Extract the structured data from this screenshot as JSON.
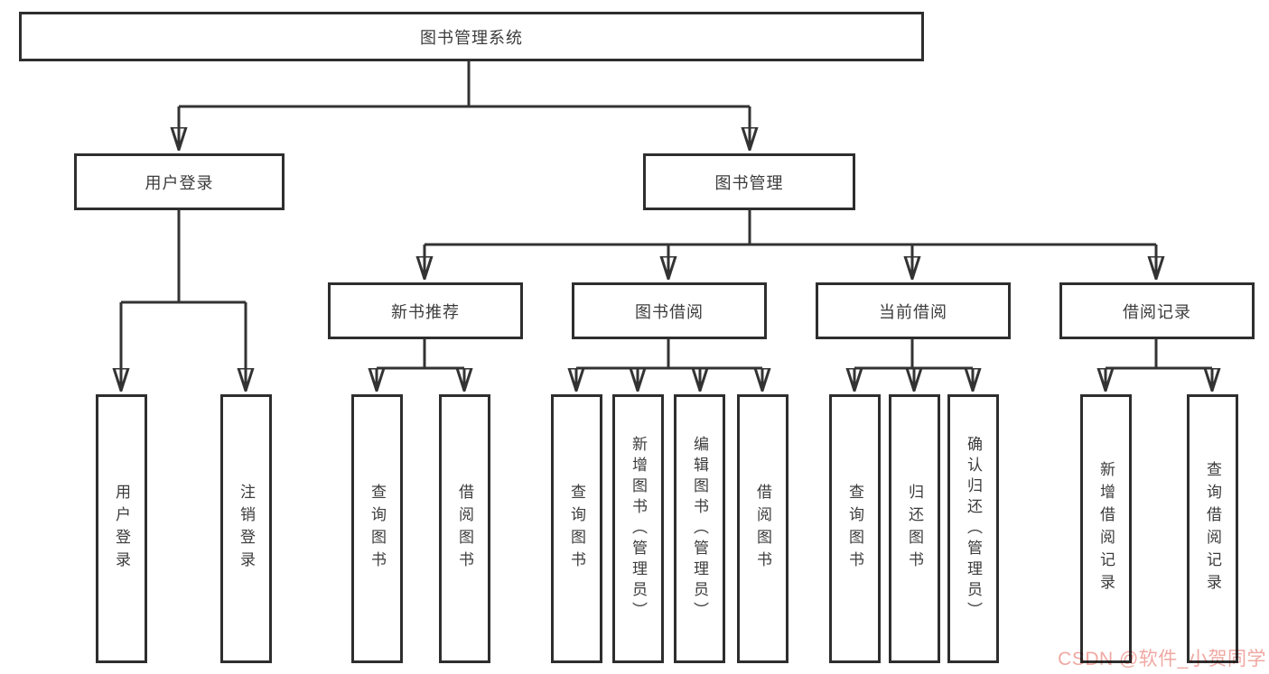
{
  "tree": {
    "root": {
      "label": "图书管理系统"
    },
    "children": [
      {
        "label": "用户登录",
        "leaves": [
          "用户登录",
          "注销登录"
        ]
      },
      {
        "label": "图书管理",
        "children": [
          {
            "label": "新书推荐",
            "leaves": [
              "查询图书",
              "借阅图书"
            ]
          },
          {
            "label": "图书借阅",
            "leaves": [
              "查询图书",
              "新增图书（管理员）",
              "编辑图书（管理员）",
              "借阅图书"
            ]
          },
          {
            "label": "当前借阅",
            "leaves": [
              "查询图书",
              "归还图书",
              "确认归还（管理员）"
            ]
          },
          {
            "label": "借阅记录",
            "leaves": [
              "新增借阅记录",
              "查询借阅记录"
            ]
          }
        ]
      }
    ]
  },
  "watermark": {
    "text": "CSDN @软件_小贺同学"
  },
  "colors": {
    "line": "#333333",
    "border": "#2e2e2e",
    "text": "#3c3c3c",
    "watermark": "#f0a8a2",
    "background": "#ffffff"
  }
}
